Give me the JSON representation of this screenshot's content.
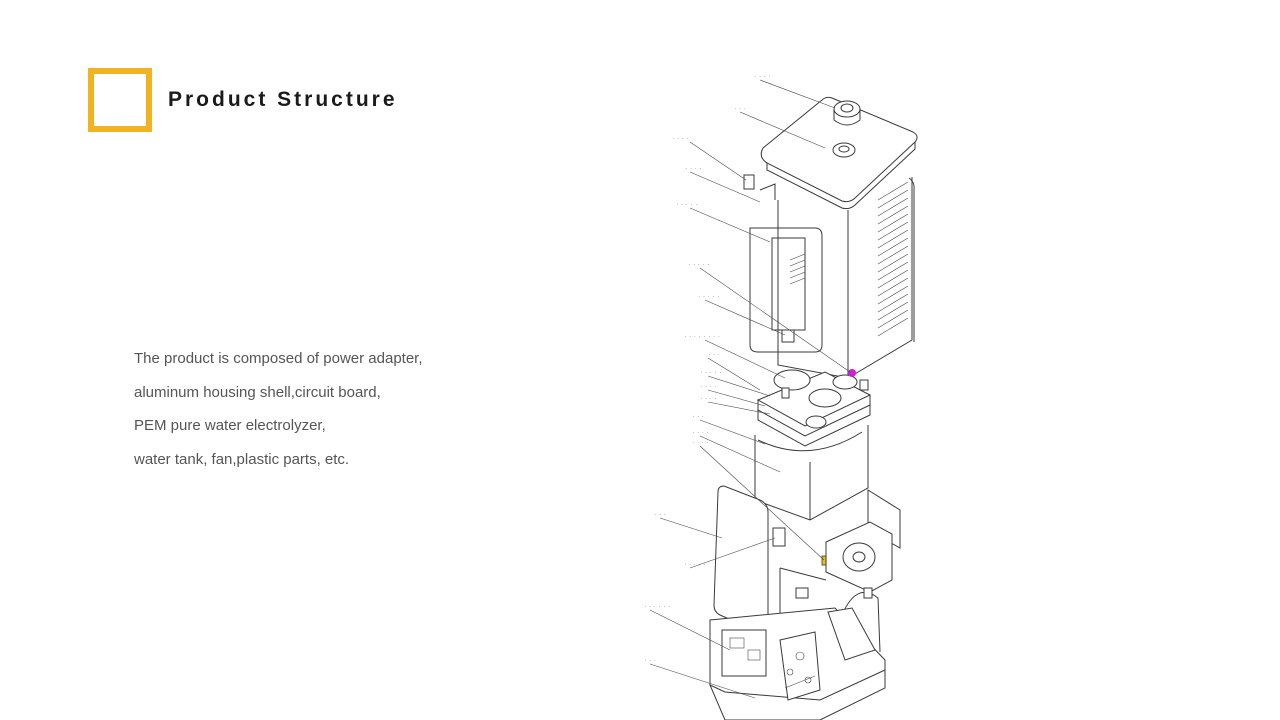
{
  "header": {
    "title": "Product Structure",
    "accent_color": "#f2b320"
  },
  "description": {
    "lines": [
      "The product is composed of power adapter,",
      "aluminum housing shell,circuit board,",
      "PEM pure water electrolyzer,",
      "water tank, fan,plastic parts, etc."
    ]
  },
  "diagram": {
    "callout_marker_color": "#d020d0",
    "highlight_color": "#e8c020"
  }
}
